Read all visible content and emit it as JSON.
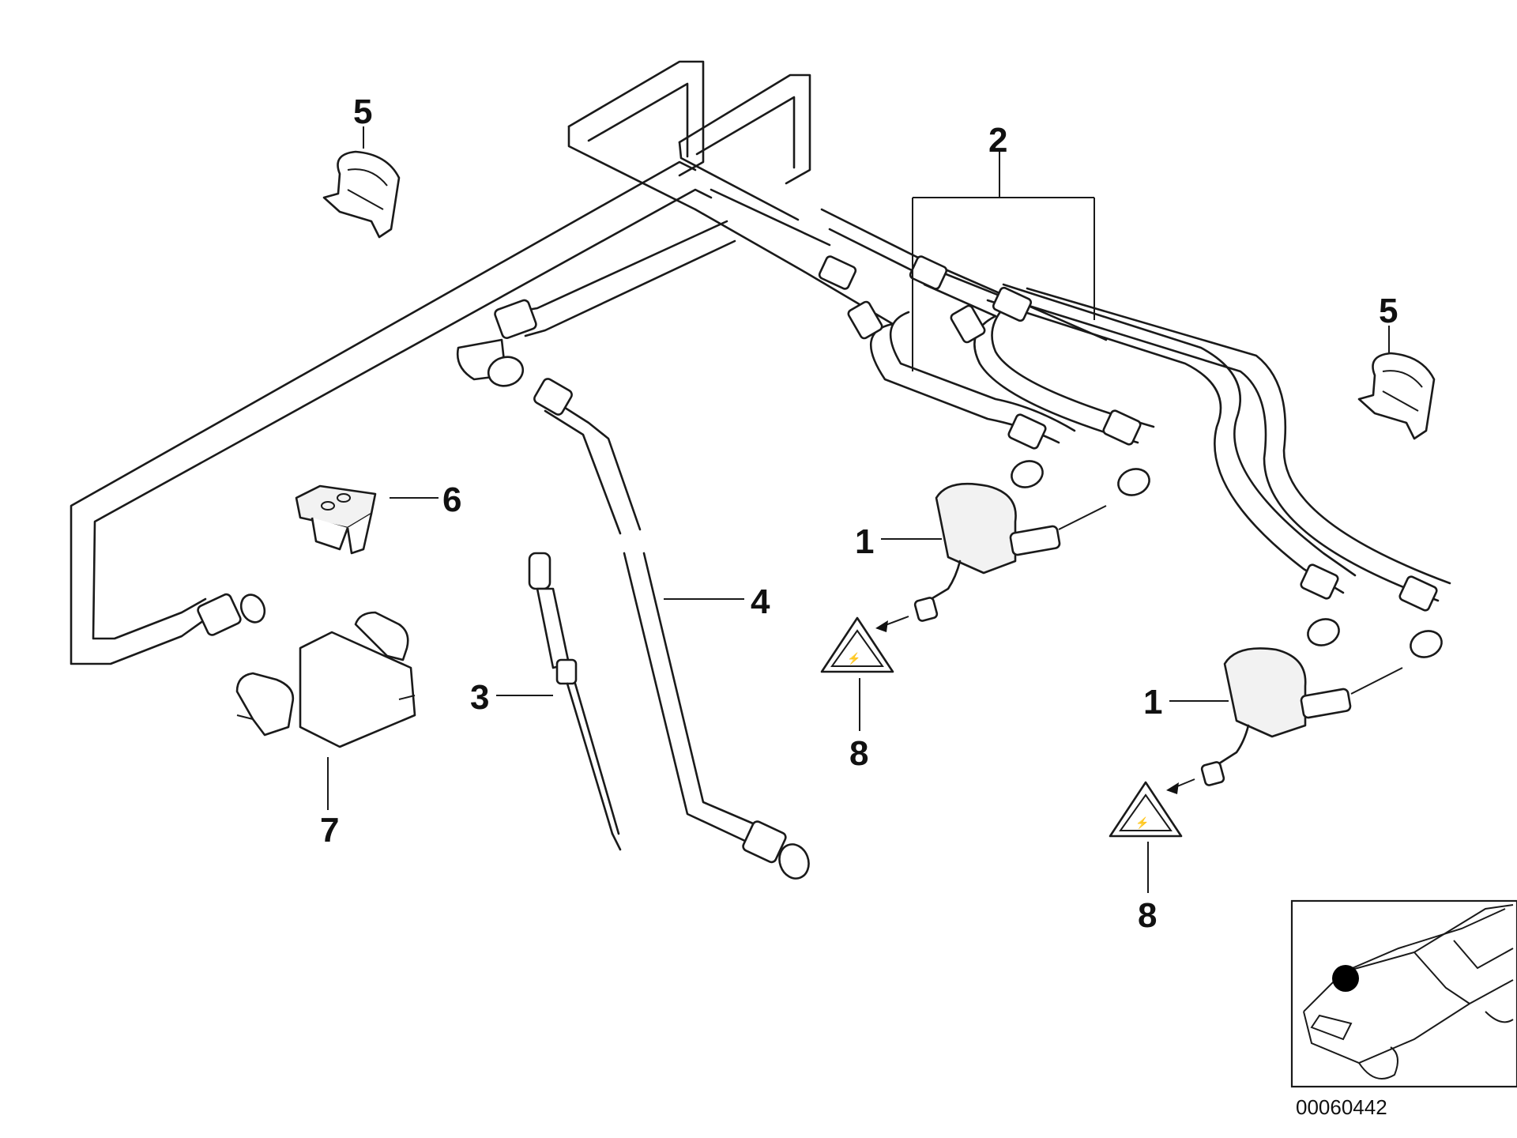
{
  "callouts": {
    "c1a": "1",
    "c1b": "1",
    "c2": "2",
    "c3": "3",
    "c4": "4",
    "c5a": "5",
    "c5b": "5",
    "c6": "6",
    "c7": "7",
    "c8a": "8",
    "c8b": "8"
  },
  "diagram_code": "00060442",
  "colors": {
    "line": "#1a1a1a",
    "background": "#ffffff",
    "marker": "#000000"
  },
  "icons": {
    "warning_symbol": "triangle-warning-icon",
    "locator_car": "car-locator-icon"
  }
}
